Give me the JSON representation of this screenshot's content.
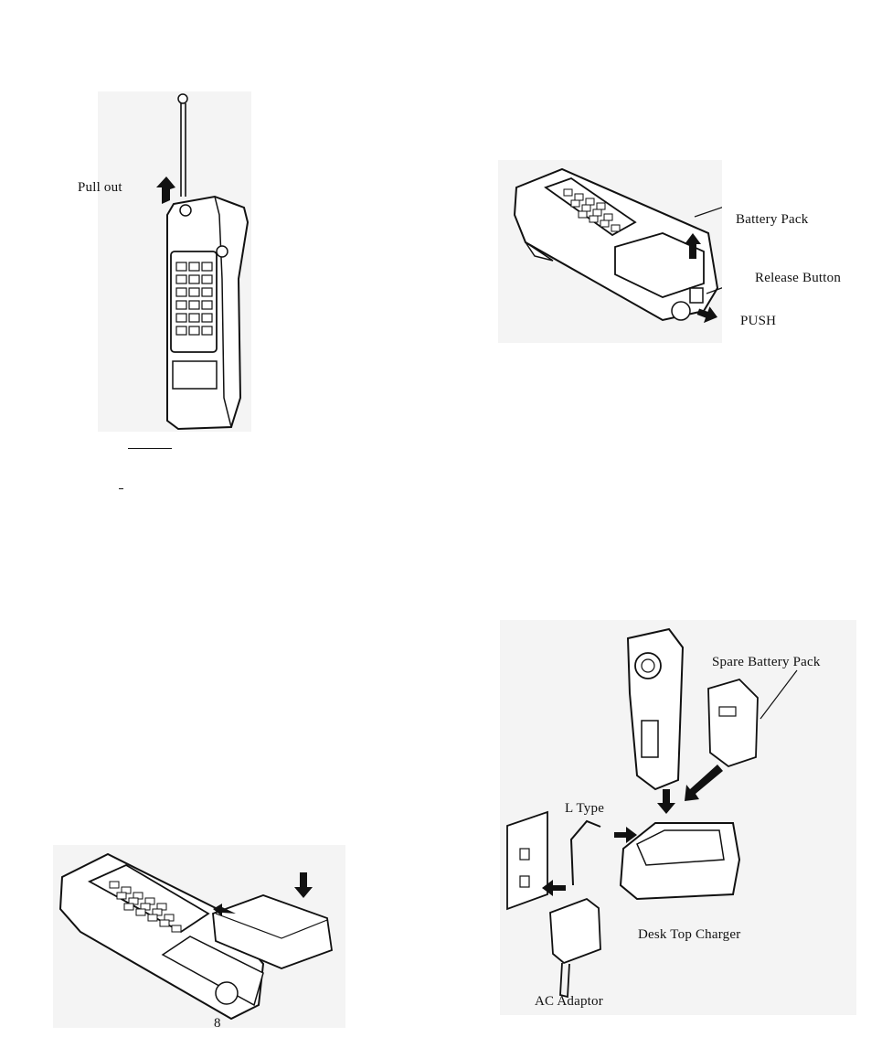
{
  "figure_antenna": {
    "label_pull_out": "Pull out"
  },
  "figure_battery_release": {
    "label_battery_pack": "Battery Pack",
    "label_release_button": "Release Button",
    "label_push": "PUSH"
  },
  "figure_charger": {
    "label_spare_battery": "Spare Battery Pack",
    "label_l_type": "L Type",
    "label_desk_charger": "Desk Top Charger",
    "label_ac_adaptor": "AC Adaptor"
  },
  "page_number": "8"
}
